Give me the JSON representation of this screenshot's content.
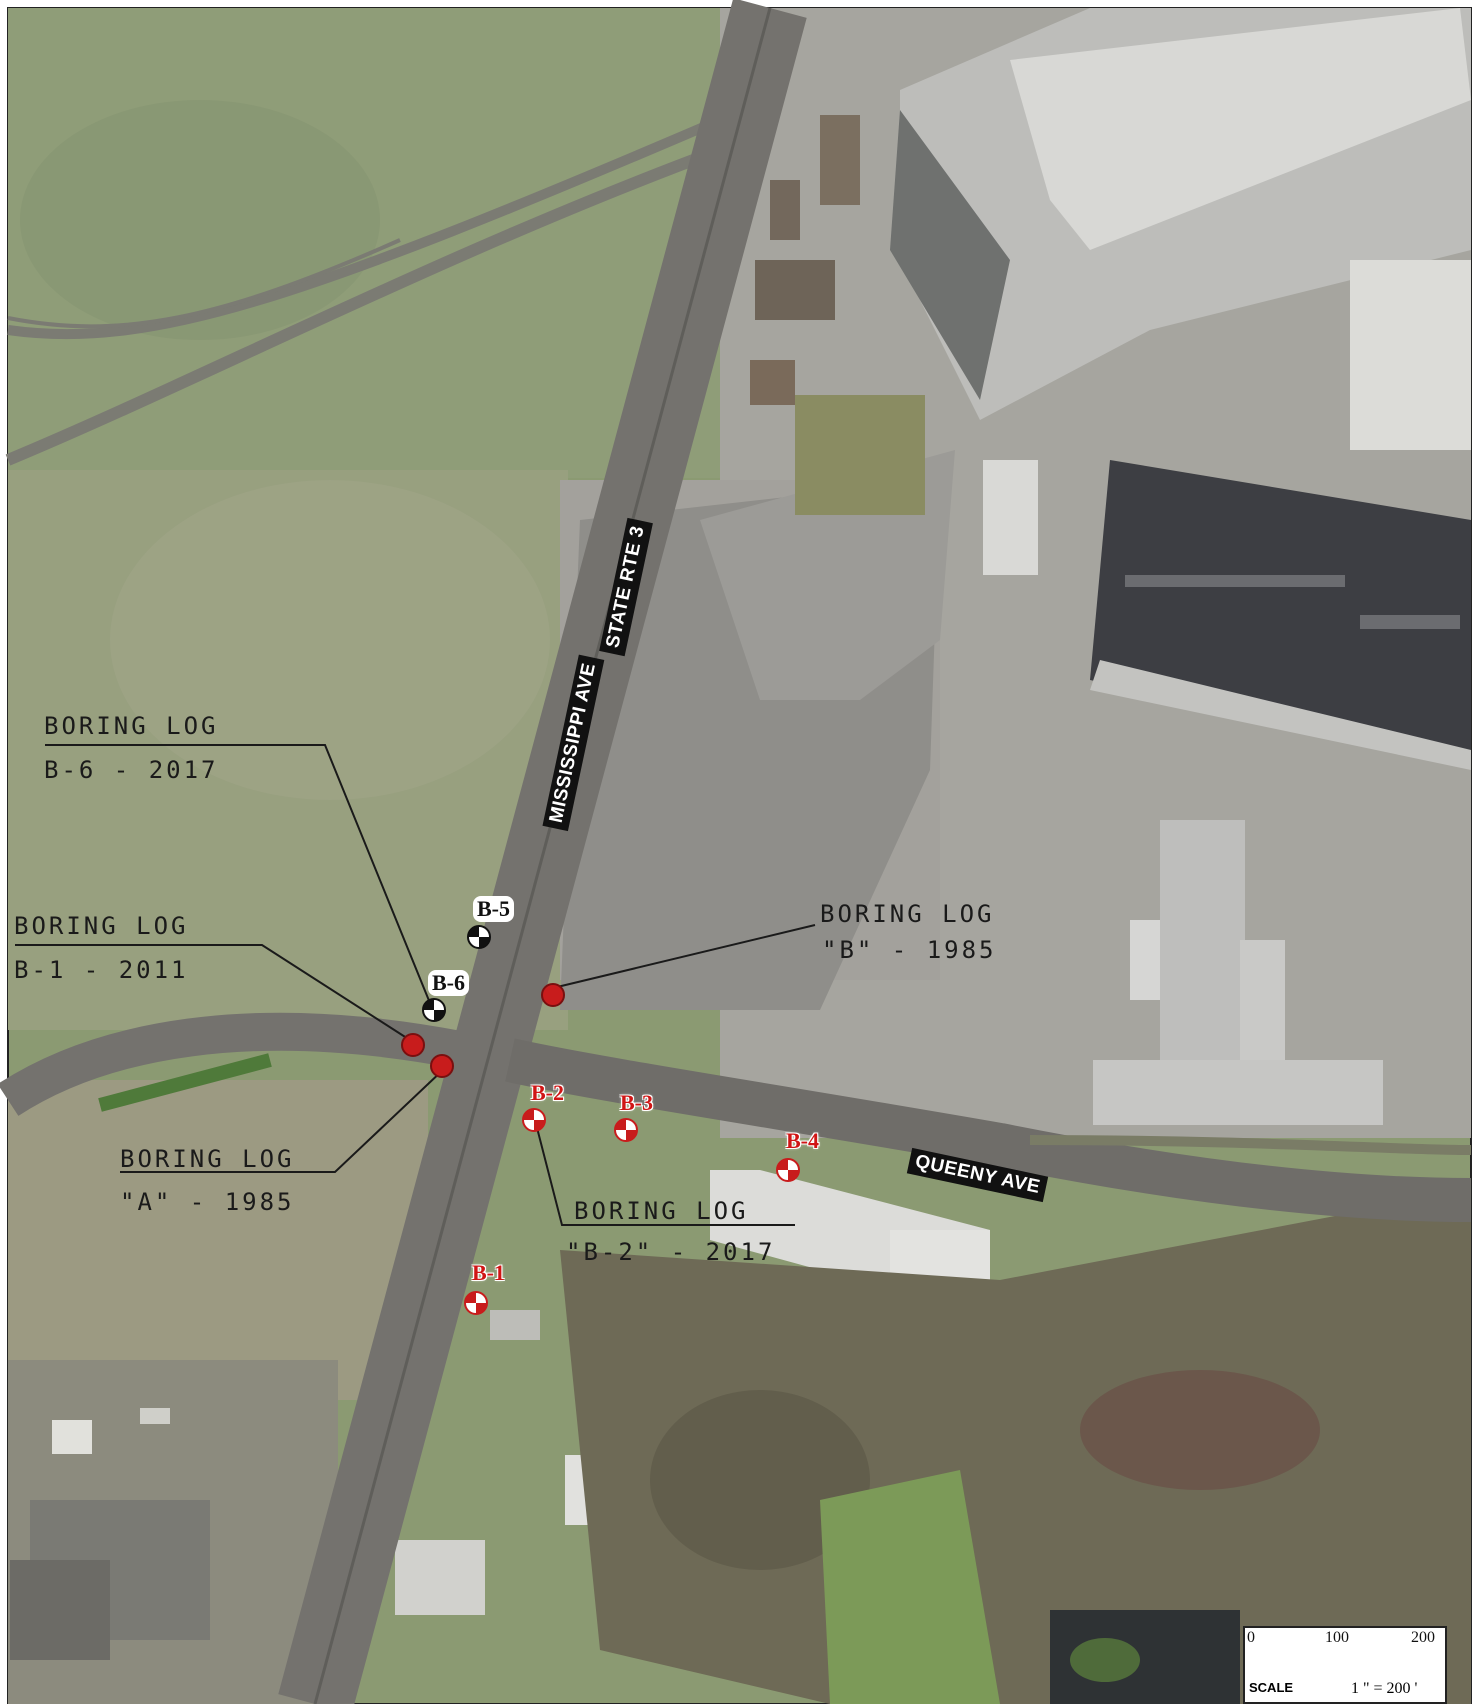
{
  "roads": {
    "mississippi": "MISSISSIPPI AVE",
    "state_rte": "STATE RTE 3",
    "queeny": "QUEENY AVE"
  },
  "borings": [
    {
      "id": "B-1",
      "style": "red"
    },
    {
      "id": "B-2",
      "style": "red"
    },
    {
      "id": "B-3",
      "style": "red"
    },
    {
      "id": "B-4",
      "style": "red"
    },
    {
      "id": "B-5",
      "style": "white"
    },
    {
      "id": "B-6",
      "style": "white"
    }
  ],
  "annotations": {
    "b6": {
      "line1": "BORING LOG",
      "line2": "B-6 - 2017"
    },
    "b1": {
      "line1": "BORING LOG",
      "line2": "B-1 - 2011"
    },
    "a": {
      "line1": "BORING LOG",
      "line2": "\"A\" - 1985"
    },
    "b": {
      "line1": "BORING LOG",
      "line2": "\"B\" - 1985"
    },
    "b2": {
      "line1": "BORING LOG",
      "line2": "\"B-2\" - 2017"
    }
  },
  "scale": {
    "ticks": [
      "0",
      "100",
      "200"
    ],
    "label": "SCALE",
    "ratio": "1 \" = 200 '"
  },
  "colors": {
    "grass": "#8a9a6e",
    "road": "#6e6c68",
    "lot": "#9d9c98",
    "building": "#c7c7c5",
    "roof_dark": "#3c3d42",
    "marker_red": "#c81c1c",
    "trees": "#6f6a55"
  }
}
